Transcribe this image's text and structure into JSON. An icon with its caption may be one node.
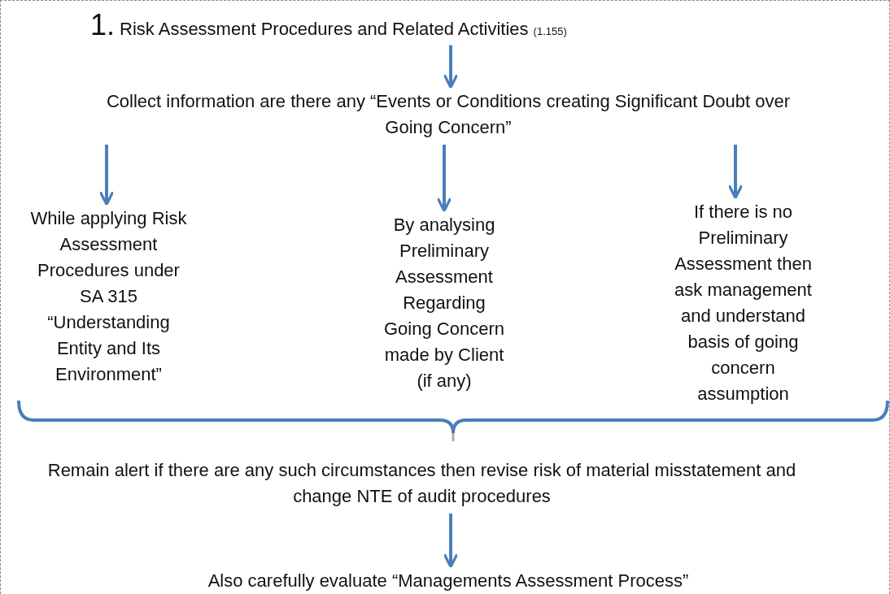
{
  "diagram": {
    "nodes": [
      {
        "text": [
          "1.",
          "Risk Assessment Procedures and Related Activities",
          "(1.155)"
        ]
      },
      {
        "text": [
          "Collect information are there any “Events or Conditions creating Significant Doubt over Going Concern”"
        ]
      },
      {
        "text": [
          "While applying Risk Assessment Procedures under SA 315 “Understanding Entity and Its Environment”"
        ]
      },
      {
        "text": [
          "By analysing Preliminary Assessment Regarding Going Concern made by Client (if any)"
        ]
      },
      {
        "text": [
          "If there is no Preliminary Assessment then ask management and understand basis of going concern assumption"
        ]
      },
      {
        "text": [
          "Remain alert if there are any such circumstances then revise risk of material misstatement and change NTE of audit procedures"
        ]
      },
      {
        "text": [
          "Also carefully evaluate “Managements Assessment Process”"
        ]
      }
    ],
    "edges": [
      {
        "from": 0,
        "to": 1,
        "arrow": "to"
      },
      {
        "from": 1,
        "to": 2,
        "arrow": "to"
      },
      {
        "from": 1,
        "to": 3,
        "arrow": "to"
      },
      {
        "from": 1,
        "to": 4,
        "arrow": "to"
      },
      {
        "from": 5,
        "to": 6,
        "arrow": "to"
      }
    ]
  }
}
